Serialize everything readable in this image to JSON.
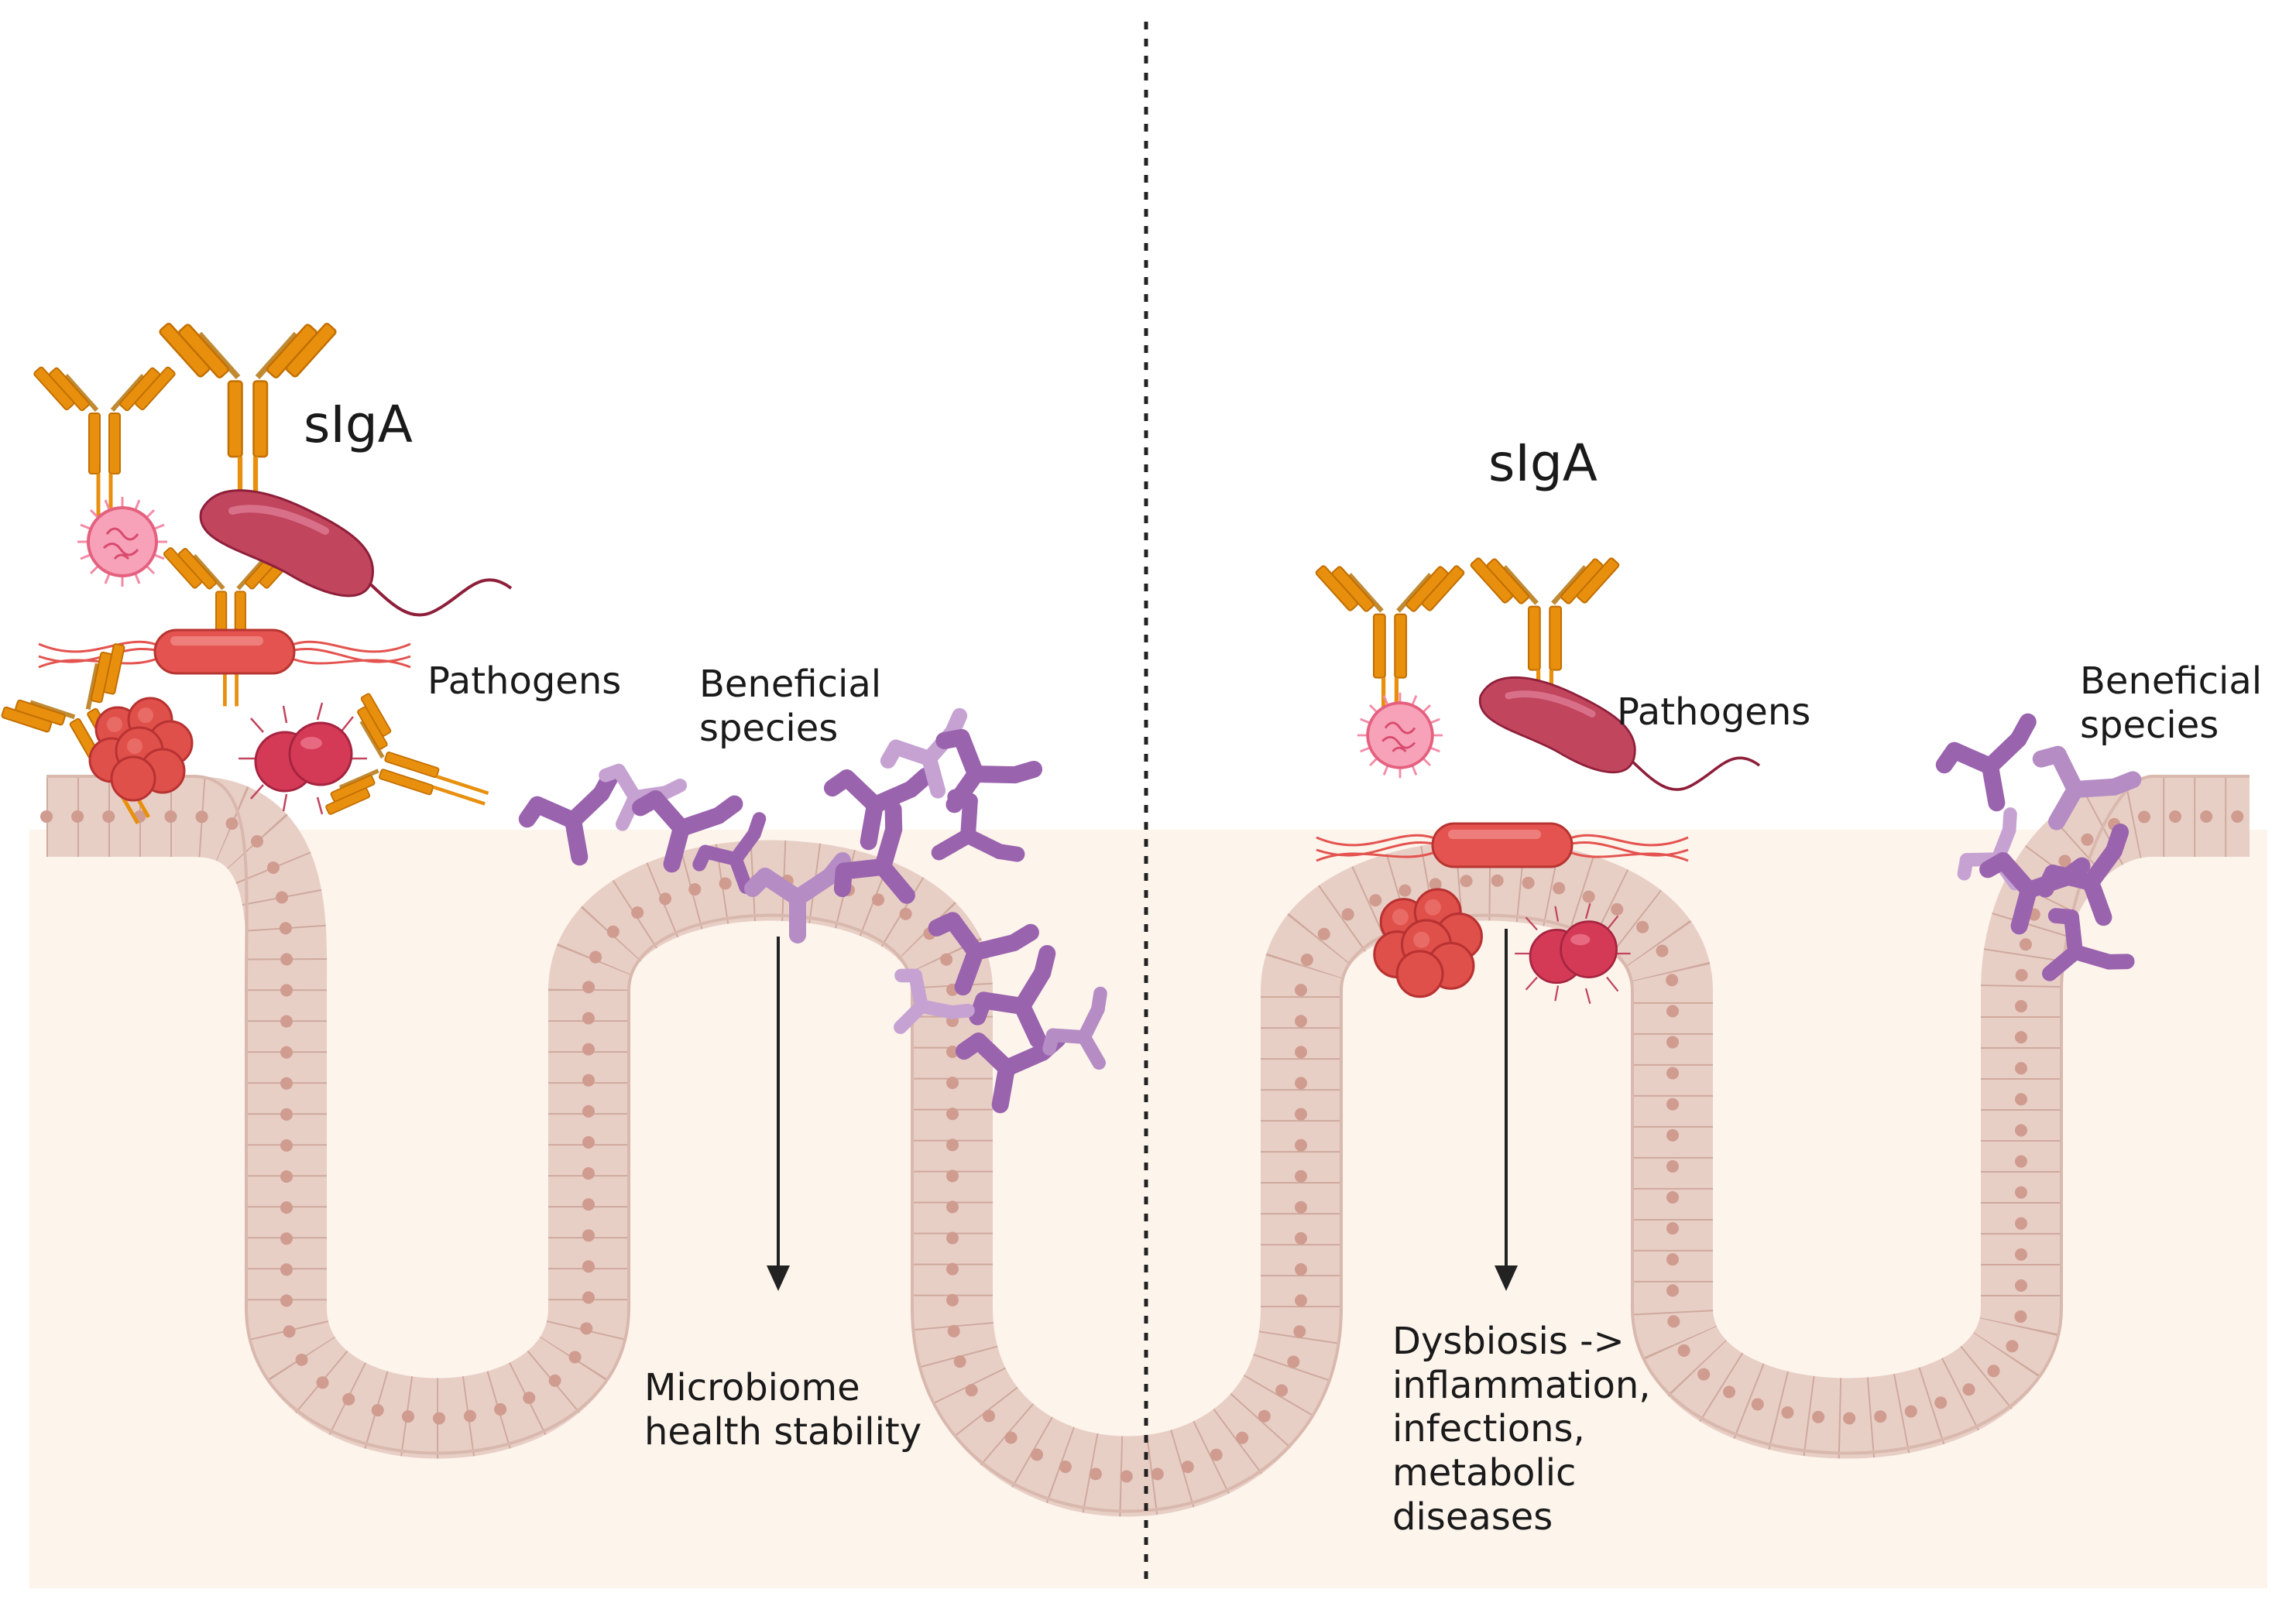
{
  "left_panel": {
    "sIgA_label": "sIgA",
    "pathogens_label": "Pathogens",
    "beneficial_label": "Beneficial\nspecies",
    "outcome_label": "Microbiome\nhealth stability"
  },
  "right_panel": {
    "sIgA_label": "sIgA",
    "pathogens_label": "Pathogens",
    "beneficial_label": "Beneficial\nspecies",
    "outcome_label": "Dysbiosis ->\ninflammation,\ninfections,\nmetabolic\ndiseases"
  },
  "colors": {
    "lumen_background": "#fdf4ec",
    "epithelium": "#e8cfc6",
    "nucleus": "#d09c90",
    "antibody": "#e8900e",
    "bacteria": "#c0455d",
    "coccus": "#d43a55",
    "virus": "#f48aa6",
    "rod_bacterium": "#e4534f",
    "cluster": "#e0504b",
    "beneficial": "#9a63ae",
    "divider": "#222222"
  }
}
